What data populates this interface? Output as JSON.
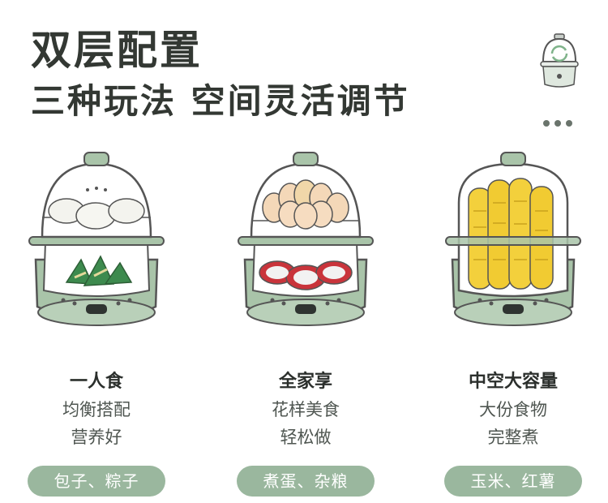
{
  "headline": {
    "line1": "双层配置",
    "line2": "三种玩法 空间灵活调节"
  },
  "icons": {
    "top": "egg-cooker-rotate-icon",
    "more": "more-dots-icon"
  },
  "colors": {
    "cooker_green": "#a9c4a9",
    "cooker_dark": "#88a88b",
    "pill_green": "#9ab79e"
  },
  "cards": [
    {
      "title": "一人食",
      "line1": "均衡搭配",
      "line2": "营养好",
      "tag": "包子、粽子"
    },
    {
      "title": "全家享",
      "line1": "花样美食",
      "line2": "轻松做",
      "tag": "煮蛋、杂粮"
    },
    {
      "title": "中空大容量",
      "line1": "大份食物",
      "line2": "完整煮",
      "tag": "玉米、红薯"
    }
  ]
}
